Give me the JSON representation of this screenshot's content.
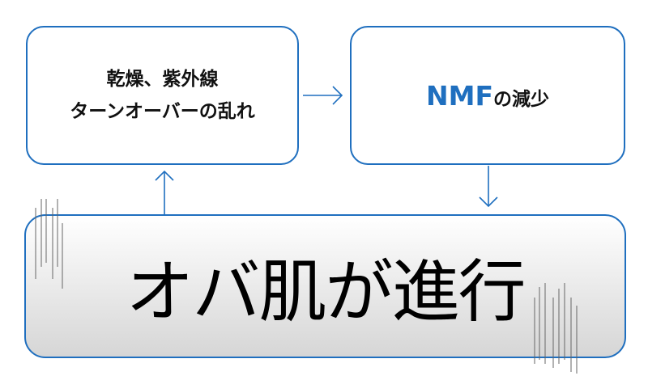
{
  "cause_box": {
    "line1": "乾燥、紫外線",
    "line2": "ターンオーバーの乱れ"
  },
  "nmf_box": {
    "highlight": "NMF",
    "suffix": "の減少"
  },
  "result_box": {
    "text": "オバ肌が進行"
  },
  "colors": {
    "accent": "#1f6fbf"
  }
}
